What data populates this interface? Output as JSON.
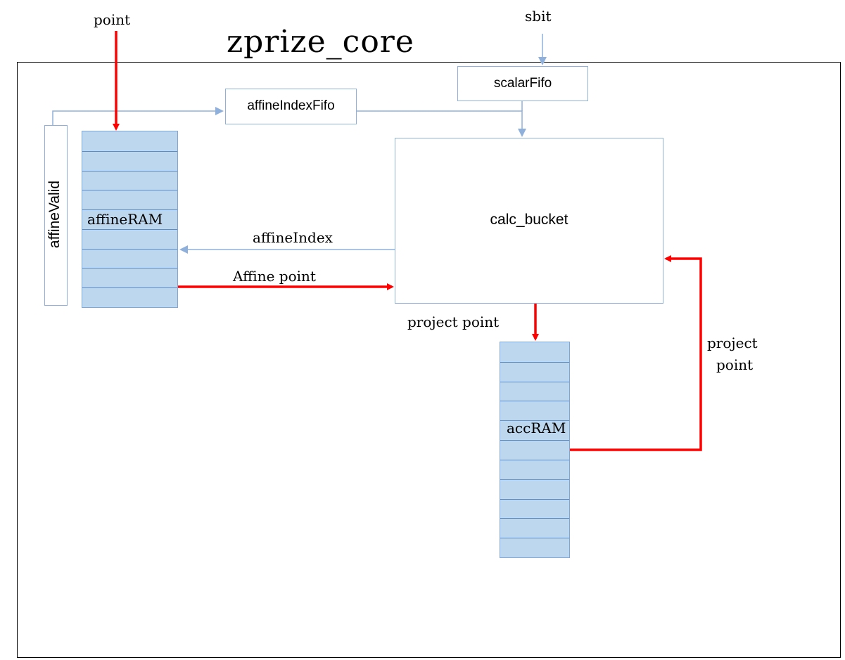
{
  "title": "zprize_core",
  "inputs": {
    "point": "point",
    "sbit": "sbit"
  },
  "blocks": {
    "affine_valid": "affineValid",
    "affine_ram": "affineRAM",
    "affine_index_fifo": "affineIndexFifo",
    "scalar_fifo": "scalarFifo",
    "calc_bucket": "calc_bucket",
    "acc_ram": "accRAM"
  },
  "signals": {
    "affine_index": "affineIndex",
    "affine_point": "Affine point",
    "project_point_down": "project point",
    "project_point_feedback_line1": "project",
    "project_point_feedback_line2": "point"
  },
  "colors": {
    "data_path": "#ff0000",
    "control_path": "#8fb0da",
    "ram_fill": "#bdd7ee",
    "ram_row_line": "#5b8cc8",
    "outline": "#000000"
  }
}
